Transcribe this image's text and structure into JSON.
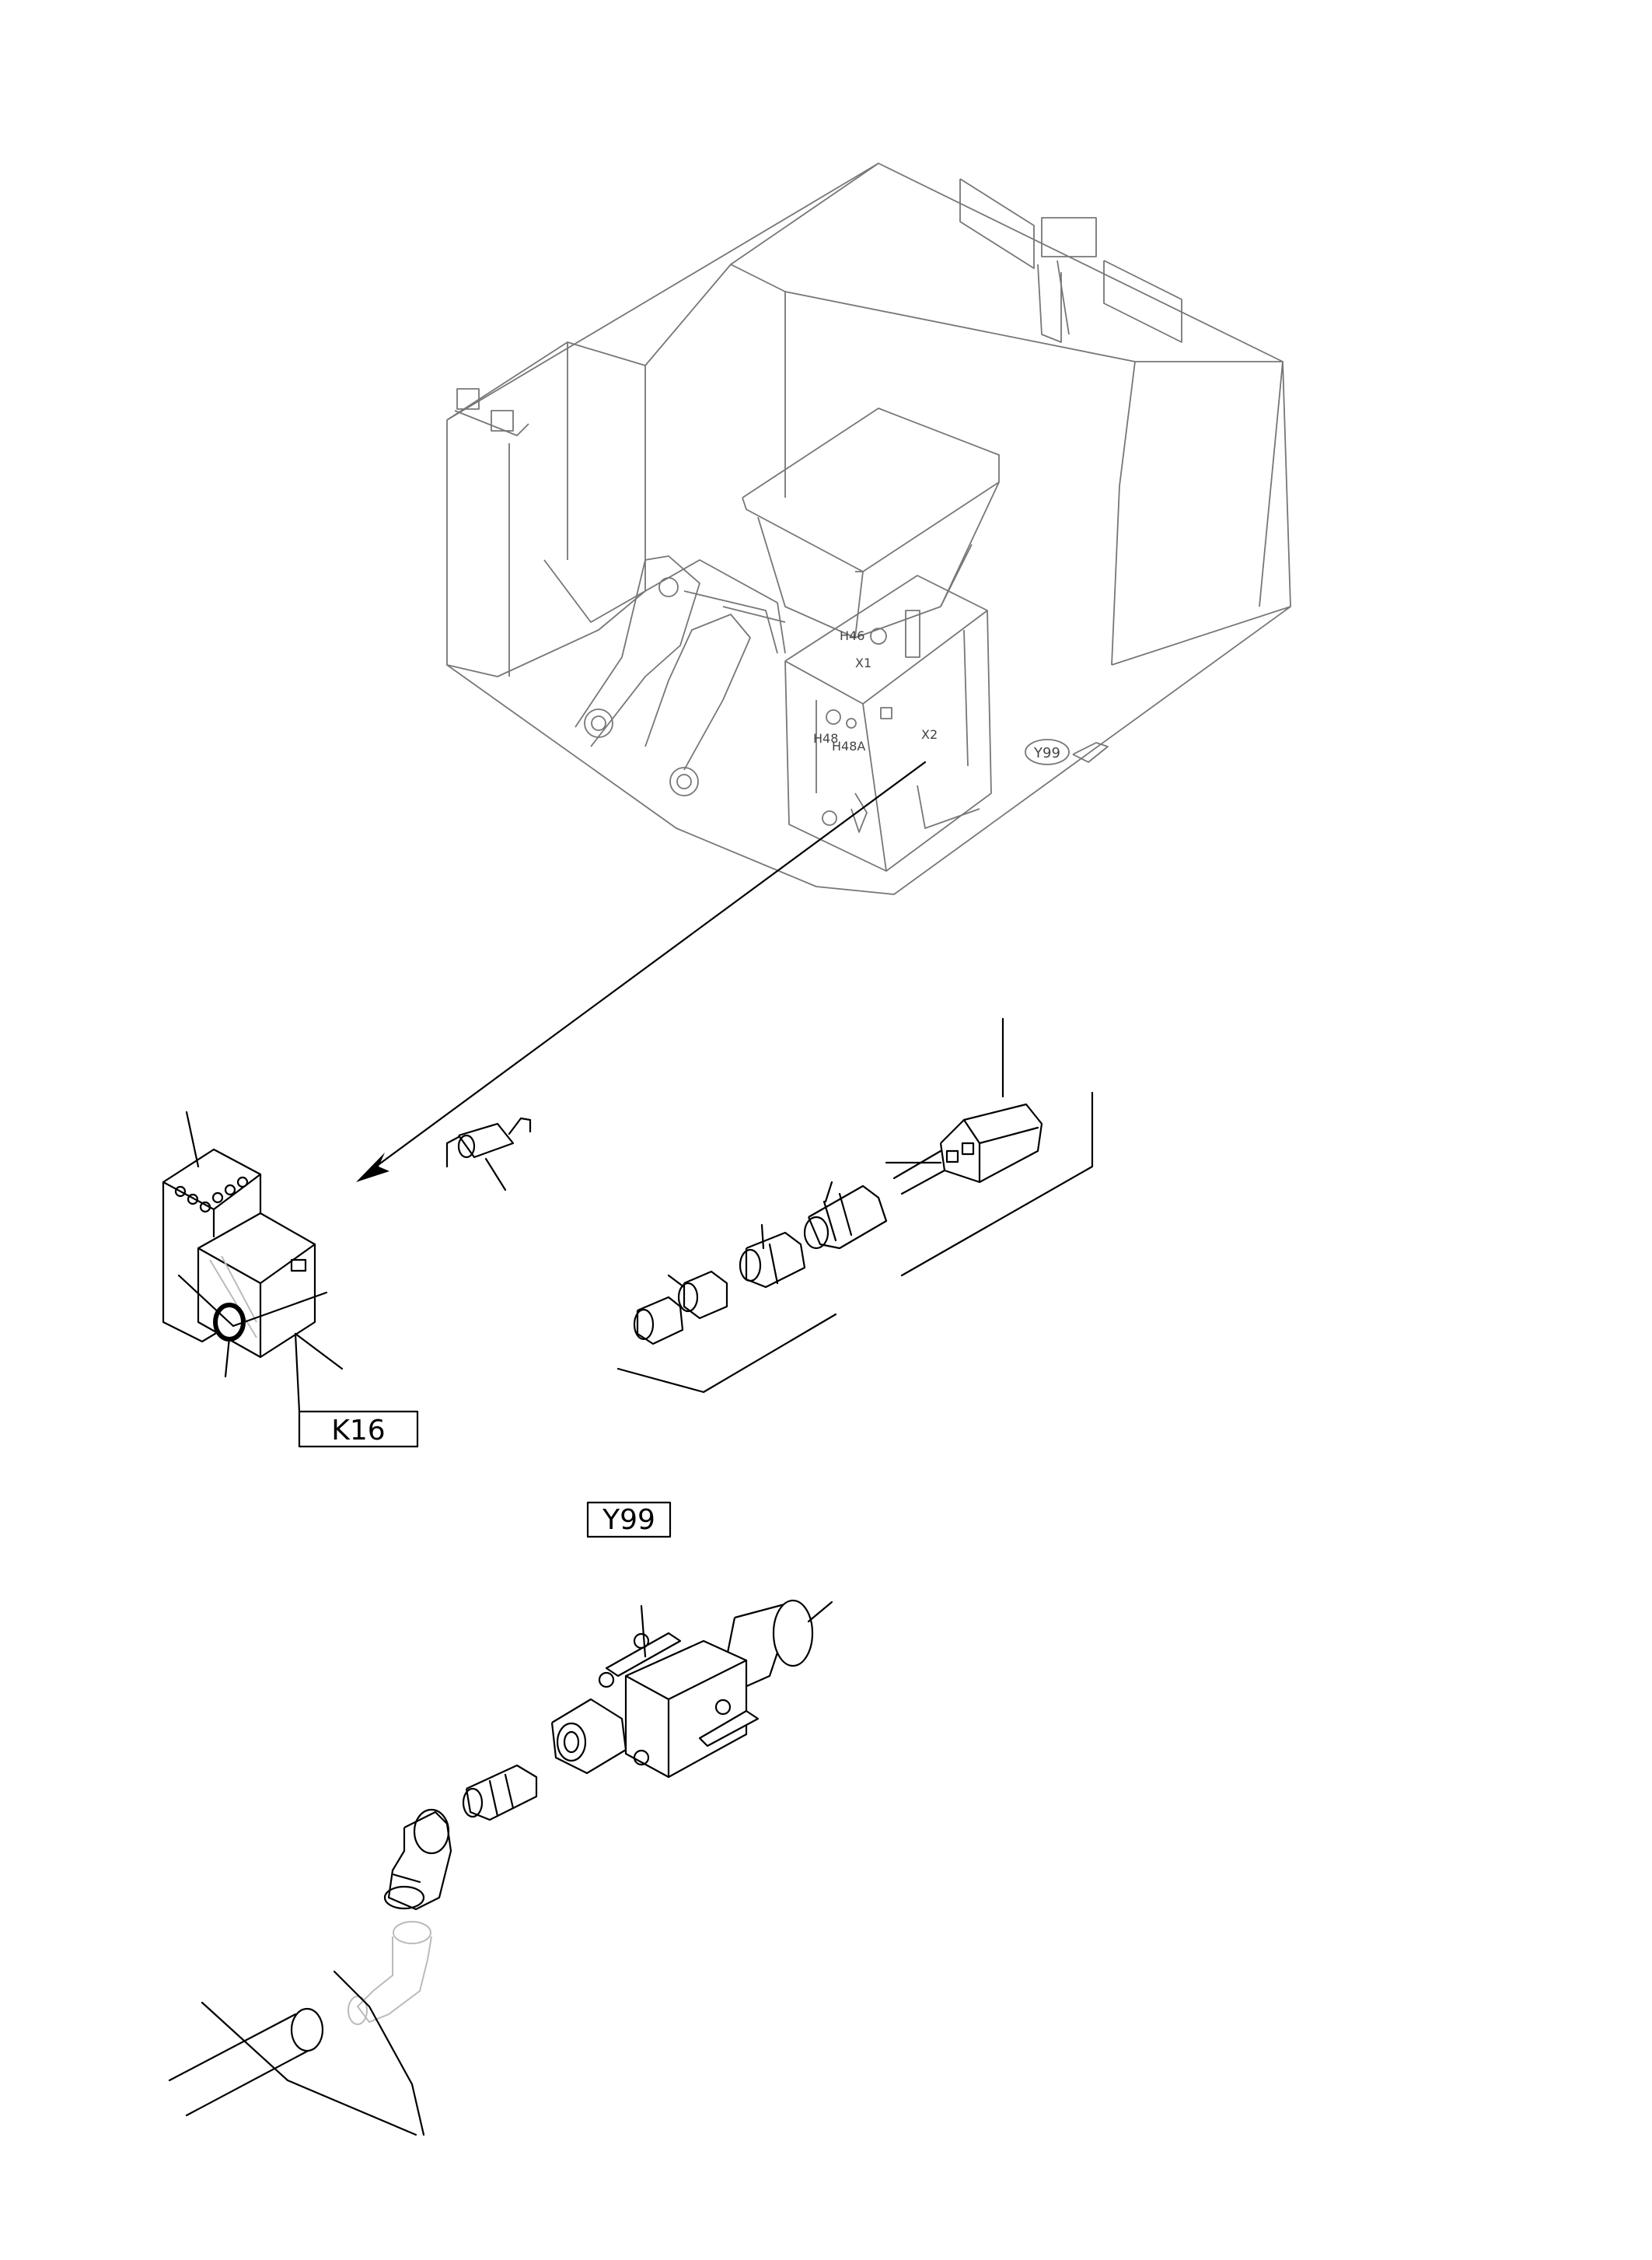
{
  "callouts": {
    "k16": "K16",
    "y99_box": "Y99",
    "y99_small": "Y99"
  },
  "small_labels": {
    "h46": "H46",
    "x1": "X1",
    "h48": "H48",
    "h48a": "H48A",
    "x2": "X2"
  }
}
